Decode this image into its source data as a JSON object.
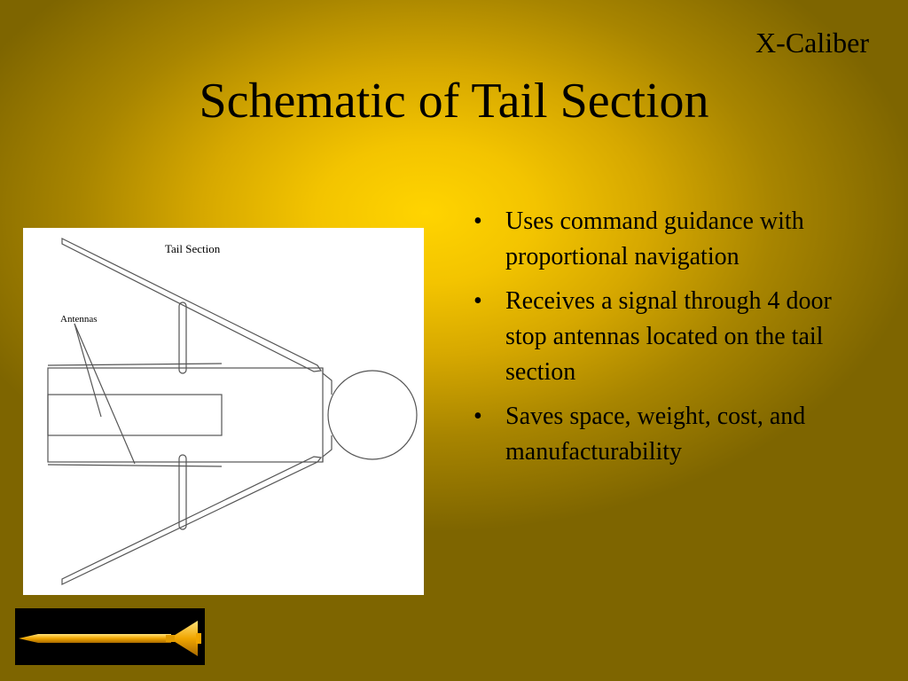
{
  "header": {
    "brand": "X-Caliber",
    "title": "Schematic of Tail Section"
  },
  "figure": {
    "caption": "Tail Section",
    "antenna_label": "Antennas"
  },
  "bullets": [
    "Uses command guidance with proportional navigation",
    "Receives a signal through 4 door stop antennas located on the tail section",
    "Saves space, weight, cost, and manufacturability"
  ],
  "bullet_glyph": "•",
  "colors": {
    "background_center": "#ffd400",
    "background_edge": "#7e6500",
    "text": "#000000",
    "logo_body": "#f0a500"
  },
  "logo": {
    "icon": "rocket-icon"
  }
}
